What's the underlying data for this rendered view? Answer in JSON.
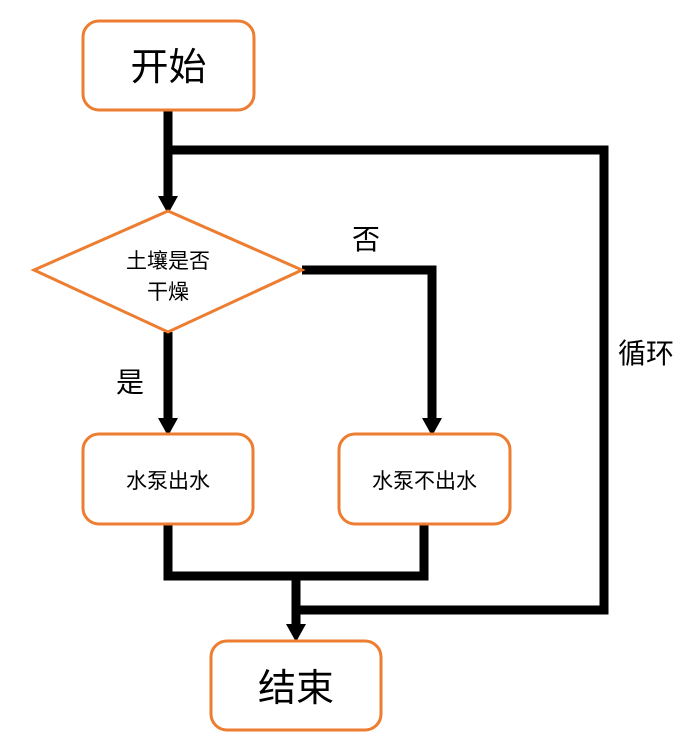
{
  "colors": {
    "node_border": "#ED7D31",
    "node_fill": "#FFFFFF",
    "connector": "#000000",
    "text": "#000000"
  },
  "nodes": {
    "start": "开始",
    "decision_line1": "土壤是否",
    "decision_line2": "干燥",
    "pump_on": "水泵出水",
    "pump_off": "水泵不出水",
    "end": "结束"
  },
  "edge_labels": {
    "yes": "是",
    "no": "否",
    "loop": "循环"
  }
}
